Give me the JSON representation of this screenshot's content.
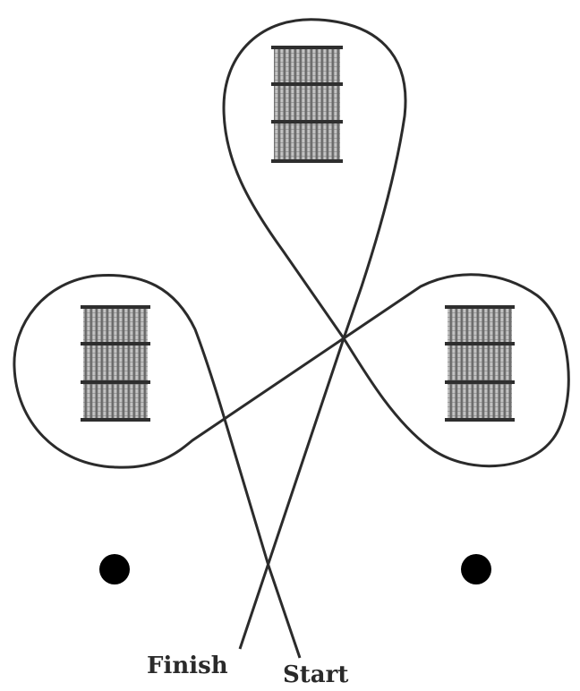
{
  "diagram": {
    "labels": {
      "finish": "Finish",
      "start": "Start"
    },
    "barrels": [
      "top-barrel",
      "left-barrel",
      "right-barrel"
    ],
    "markers": [
      "left-marker",
      "right-marker"
    ],
    "colors": {
      "path": "#2b2b2b",
      "marker": "#000000",
      "barrel_dark": "#4a4a4a",
      "barrel_light": "#c8c8c8",
      "barrel_band": "#2e2e2e"
    }
  }
}
